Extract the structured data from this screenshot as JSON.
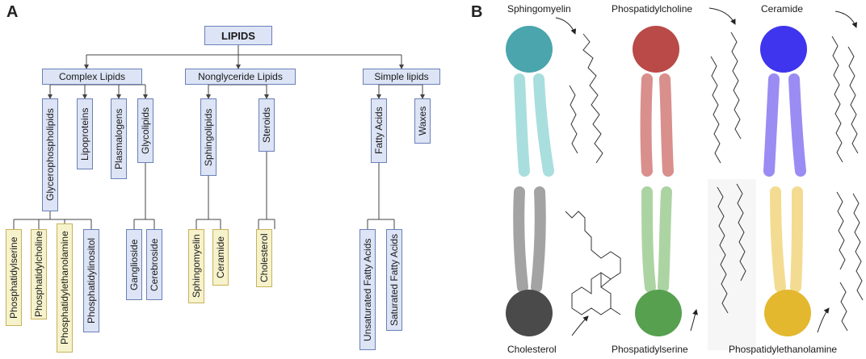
{
  "panels": {
    "a": "A",
    "b": "B"
  },
  "tree": {
    "root": "LIPIDS",
    "categories": {
      "complex": "Complex Lipids",
      "nonglyceride": "Nonglyceride Lipids",
      "simple": "Simple lipids"
    },
    "subs": {
      "glycerophospholipids": "Glycerophospholipids",
      "lipoproteins": "Lipoproteins",
      "plasmalogens": "Plasmalogens",
      "glycolipids": "Glycolipids",
      "sphingolipids": "Sphingolipids",
      "steroids": "Steroids",
      "fatty_acids": "Fatty Acids",
      "waxes": "Waxes"
    },
    "leaves": {
      "phosphatidylserine": "Phosphatidylserine",
      "phosphatidylcholine": "Phosphatidylcholine",
      "phosphatidylethanolamine": "Phosphatidylethanolamine",
      "phosphatidylinositol": "Phosphatidylinositol",
      "ganglioside": "Ganglioside",
      "cerebroside": "Cerebroside",
      "sphingomyelin": "Sphingomyelin",
      "ceramide": "Ceramide",
      "cholesterol": "Cholesterol",
      "unsaturated": "Unsaturated Fatty Acids",
      "saturated": "Saturated Fatty Acids"
    }
  },
  "molecules": {
    "sphingomyelin": {
      "label": "Sphingomyelin",
      "head": "#4aa5ad",
      "tail": "#a9dede"
    },
    "phospatidylcholine": {
      "label": "Phospatidylcholine",
      "head": "#b94a47",
      "tail": "#d98f8b"
    },
    "ceramide": {
      "label": "Ceramide",
      "head": "#3f35ee",
      "tail": "#9a8cf2"
    },
    "cholesterol": {
      "label": "Cholesterol",
      "head": "#4a4a4a",
      "tail": "#a3a3a3"
    },
    "phospatidylserine": {
      "label": "Phospatidylserine",
      "head": "#56a050",
      "tail": "#acd4a3"
    },
    "phospatidylethanolamine": {
      "label": "Phospatidylethanolamine",
      "head": "#e3b82f",
      "tail": "#f3dc91"
    }
  },
  "colors": {
    "box_fill": "#dce4f5",
    "box_border": "#6b80b8",
    "highlight_fill": "#f6f2cc",
    "line": "#444444"
  }
}
